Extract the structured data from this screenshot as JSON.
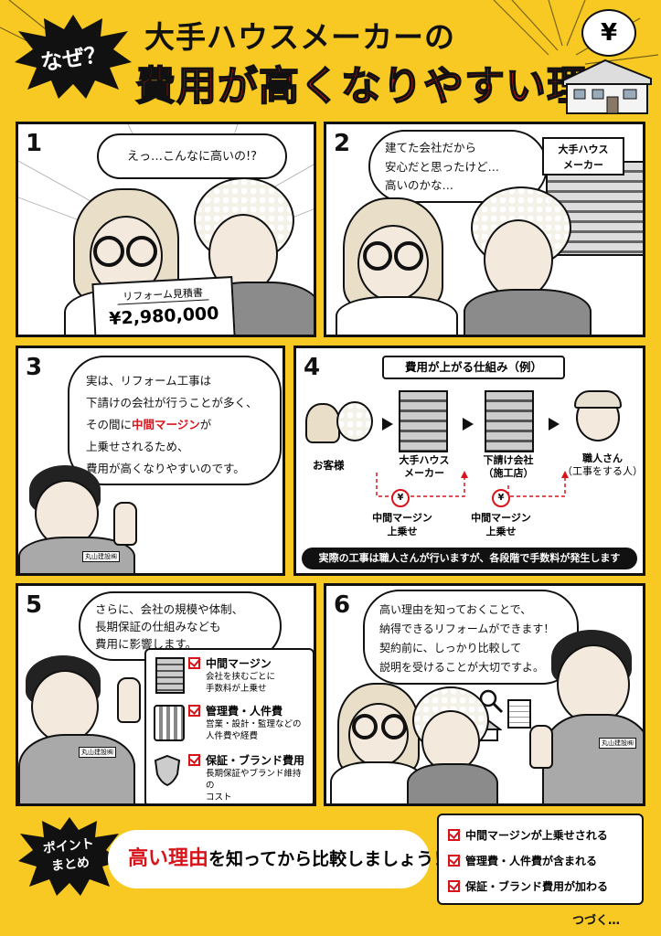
{
  "header": {
    "badge": "なぜ？",
    "title_line1": "大手ハウスメーカーの",
    "title_line2": "費用が高くなりやすい理由",
    "yen_symbol": "¥"
  },
  "panel1": {
    "number": "1",
    "speech": "えっ…こんなに高いの!?",
    "estimate_title": "リフォーム見積書",
    "estimate_amount": "¥2,980,000"
  },
  "panel2": {
    "number": "2",
    "speech_lines": [
      "建てた会社だから",
      "安心だと思ったけど…",
      "高いのかな…"
    ],
    "sign_lines": [
      "大手ハウス",
      "メーカー"
    ]
  },
  "panel3": {
    "number": "3",
    "line1": "実は、リフォーム工事は",
    "line2": "下請けの会社が行うことが多く、",
    "line3_pre": "その間に",
    "line3_red": "中間マージン",
    "line3_post": "が",
    "line4": "上乗せされるため、",
    "line5": "費用が高くなりやすいのです。",
    "company_badge": "丸山建設㈱"
  },
  "panel4": {
    "number": "4",
    "title": "費用が上がる仕組み（例）",
    "nodes": [
      {
        "label": "お客様",
        "sub": ""
      },
      {
        "label": "大手ハウス",
        "sub": "メーカー"
      },
      {
        "label": "下請け会社",
        "sub": "（施工店）"
      },
      {
        "label": "職人さん",
        "sub": "（工事をする人）"
      }
    ],
    "margin_labels": [
      {
        "line1": "中間マージン",
        "line2": "上乗せ"
      },
      {
        "line1": "中間マージン",
        "line2": "上乗せ"
      }
    ],
    "yen": "¥",
    "footer": "実際の工事は職人さんが行いますが、各段階で手数料が発生します"
  },
  "panel5": {
    "number": "5",
    "speech_lines": [
      "さらに、会社の規模や体制、",
      "長期保証の仕組みなども",
      "費用に影響します。"
    ],
    "items": [
      {
        "title": "中間マージン",
        "desc1": "会社を挟むごとに",
        "desc2": "手数料が上乗せ",
        "icon": "building-icon"
      },
      {
        "title": "管理費・人件費",
        "desc1": "営業・設計・監理などの",
        "desc2": "人件費や経費",
        "icon": "calculator-icon"
      },
      {
        "title": "保証・ブランド費用",
        "desc1": "長期保証やブランド維持の",
        "desc2": "コスト",
        "icon": "shield-icon"
      }
    ],
    "company_badge": "丸山建設㈱"
  },
  "panel6": {
    "number": "6",
    "speech_lines": [
      "高い理由を知っておくことで、",
      "納得できるリフォームができます！",
      "契約前に、しっかり比較して",
      "説明を受けることが大切ですよ。"
    ],
    "company_badge": "丸山建設㈱"
  },
  "summary": {
    "badge_line1": "ポイント",
    "badge_line2": "まとめ",
    "headline_red": "高い理由",
    "headline_rest": "を知ってから比較しましょう！",
    "checks": [
      "中間マージンが上乗せされる",
      "管理費・人件費が含まれる",
      "保証・ブランド費用が加わる"
    ],
    "continue": "つづく…"
  },
  "colors": {
    "background": "#f7c922",
    "accent_red": "#d8141b",
    "ink": "#111111"
  }
}
